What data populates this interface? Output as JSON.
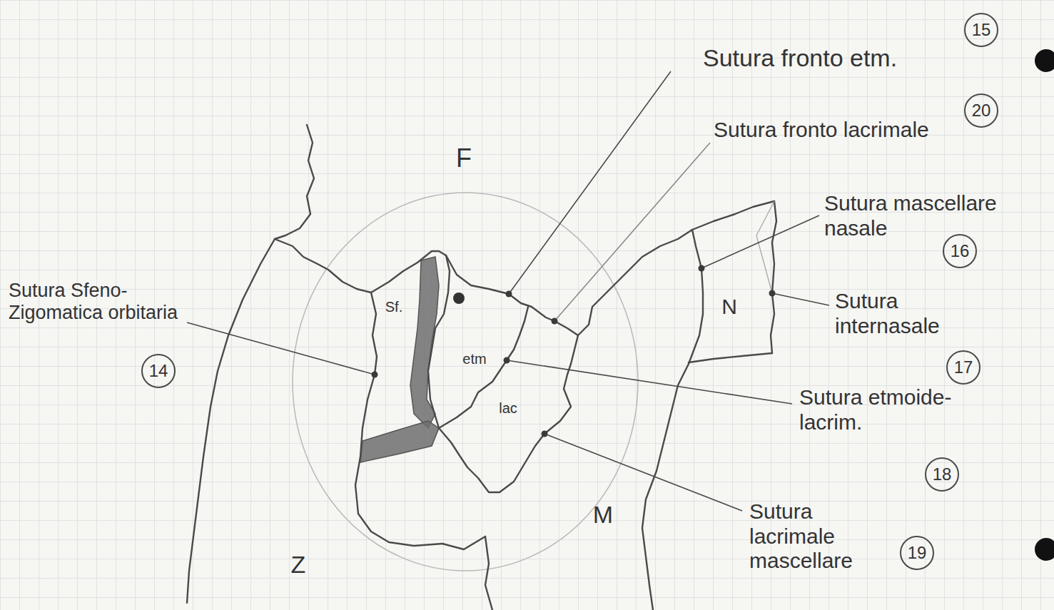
{
  "diagram": {
    "labels": [
      "Sutura fronto etm.",
      "15",
      "Sutura fronto lacrimale",
      "20",
      "Sutura mascellare nasale",
      "16",
      "Sutura internasale",
      "17",
      "Sutura etmoide-lacrim.",
      "18",
      "Sutura lacrimale mascellare",
      "19",
      "Sutura Sfeno-Zigomatica orbitaria",
      "14",
      "F",
      "Sf.",
      "etm",
      "lac",
      "N",
      "M",
      "Z"
    ]
  }
}
